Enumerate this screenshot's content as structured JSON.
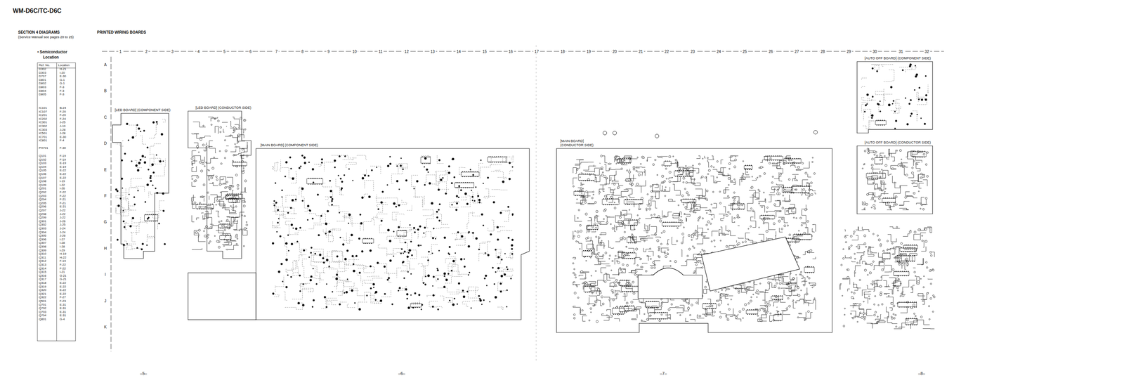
{
  "diagram": {
    "title": "WM-D6C/TC-D6C",
    "nodes": [
      {
        "text": [
          "[LED BOARD] (COMPONENT SIDE)"
        ]
      },
      {
        "text": [
          "[LED BOARD] (CONDUCTOR SIDE)"
        ]
      },
      {
        "text": [
          "[MAIN BOARD] (COMPONENT SIDE)"
        ]
      },
      {
        "text": [
          "[MAIN BOARD] (CONDUCTOR SIDE)"
        ]
      },
      {
        "text": [
          "[AUTO OFF BOARD] (COMPONENT SIDE)"
        ]
      },
      {
        "text": [
          "[AUTO OFF BOARD] (CONDUCTOR SIDE)"
        ]
      }
    ],
    "labels": [
      "SECTION 4 DIAGRAMS",
      "(Service Manual see pages 20 to 25)",
      "PRINTED WIRING BOARDS",
      "• Semiconductor",
      "Location",
      "Ref. No.",
      "Location",
      "D302",
      "H-21",
      "D303",
      "I-20",
      "D707",
      "E-30",
      "D801",
      "G-1",
      "D802",
      "G-1",
      "D803",
      "F-3",
      "D804",
      "F-3",
      "D805",
      "F-3",
      "IC101",
      "B-24",
      "IC107",
      "F-20",
      "IC201",
      "F-20",
      "IC202",
      "F-24",
      "IC301",
      "J-25",
      "IC302",
      "J-19",
      "IC303",
      "J-28",
      "IC501",
      "J-28",
      "IC701",
      "E-30",
      "IC801",
      "F-4",
      "PH701",
      "F-30",
      "Q101",
      "F-19",
      "Q102",
      "F-19",
      "Q103",
      "E-19",
      "Q104",
      "E-19",
      "Q105",
      "E-22",
      "Q106",
      "E-22",
      "Q107",
      "E-22",
      "Q108",
      "I-19",
      "Q109",
      "I-22",
      "Q201",
      "I-26",
      "Q202",
      "F-22",
      "Q203",
      "F-22",
      "Q204",
      "F-21",
      "Q205",
      "F-21",
      "Q206",
      "E-21",
      "Q207",
      "J-22",
      "Q208",
      "J-22",
      "Q209",
      "J-22",
      "Q301",
      "J-26",
      "Q302",
      "J-25",
      "Q303",
      "J-24",
      "Q304",
      "J-24",
      "Q305",
      "J-26",
      "Q306",
      "I-27",
      "Q307",
      "I-28",
      "Q308",
      "I-28",
      "Q309",
      "I-29",
      "Q310",
      "H-19",
      "Q311",
      "H-22",
      "Q312",
      "F-19",
      "Q313",
      "F-22",
      "Q314",
      "F-22",
      "Q315",
      "I-21",
      "Q316",
      "G-21",
      "Q317",
      "G-21",
      "Q318",
      "E-22",
      "Q319",
      "E-22",
      "Q320",
      "E-22",
      "Q321",
      "E-22",
      "Q322",
      "F-27",
      "Q501",
      "F-23",
      "Q701",
      "E-31",
      "Q702",
      "E-31",
      "Q703",
      "E-31",
      "Q704",
      "E-31",
      "Q801",
      "G-4",
      "1",
      "2",
      "3",
      "4",
      "5",
      "6",
      "7",
      "8",
      "9",
      "10",
      "11",
      "12",
      "13",
      "14",
      "15",
      "16",
      "17",
      "18",
      "19",
      "20",
      "21",
      "22",
      "23",
      "24",
      "25",
      "26",
      "27",
      "28",
      "29",
      "30",
      "31",
      "32",
      "A",
      "B",
      "C",
      "D",
      "E",
      "F",
      "G",
      "H",
      "I",
      "J",
      "K",
      "–5–",
      "–6–",
      "–7–",
      "–8–"
    ]
  }
}
